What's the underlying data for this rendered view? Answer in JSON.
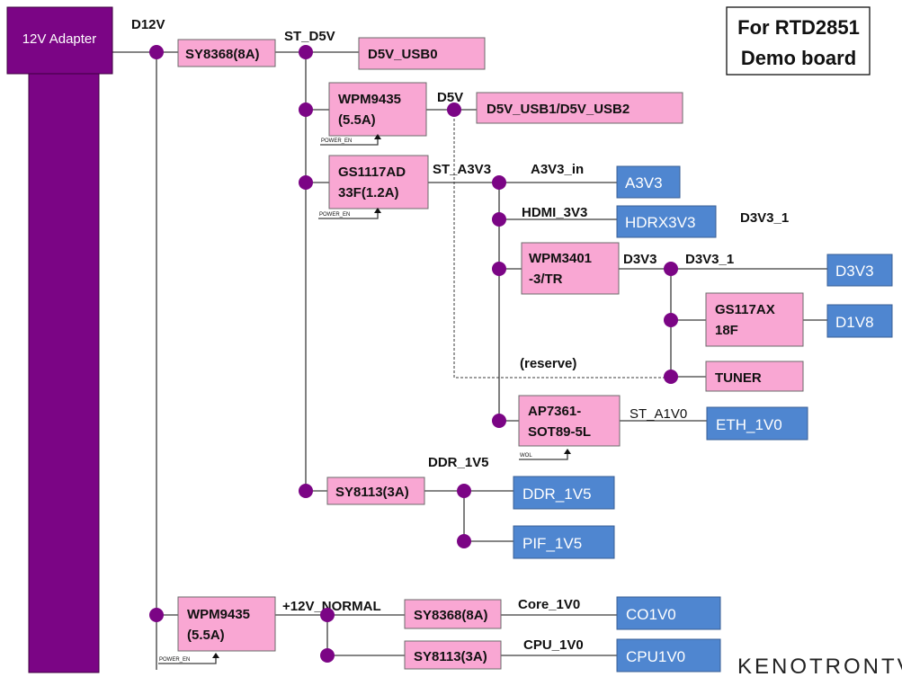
{
  "title": {
    "line1": "For RTD2851",
    "line2": "Demo board"
  },
  "adapter": {
    "label": "12V Adapter"
  },
  "rails": {
    "d12v": "D12V",
    "st_d5v": "ST_D5V",
    "d5v": "D5V",
    "st_a3v3": "ST_A3V3",
    "a3v3_in": "A3V3_in",
    "hdmi_3v3": "HDMI_3V3",
    "d3v3_1_right": "D3V3_1",
    "d3v3": "D3V3",
    "d3v3_1": "D3V3_1",
    "reserve": "(reserve)",
    "st_a1v0": "ST_A1V0",
    "ddr_1v5": "DDR_1V5",
    "plus12v_normal": "+12V_NORMAL",
    "core_1v0": "Core_1V0",
    "cpu_1v0": "CPU_1V0"
  },
  "regulators": {
    "sy8368_top": "SY8368(8A)",
    "wpm9435_top": [
      "WPM9435",
      "(5.5A)"
    ],
    "gs1117ad": [
      "GS1117AD",
      "33F(1.2A)"
    ],
    "wpm3401": [
      "WPM3401",
      "-3/TR"
    ],
    "gs117ax": [
      "GS117AX",
      "18F"
    ],
    "ap7361": [
      "AP7361-",
      "SOT89-5L"
    ],
    "sy8113_mid": "SY8113(3A)",
    "wpm9435_bottom": [
      "WPM9435",
      "(5.5A)"
    ],
    "sy8368_bottom": "SY8368(8A)",
    "sy8113_bottom": "SY8113(3A)",
    "tuner": "TUNER"
  },
  "outputs": {
    "d5v_usb0": "D5V_USB0",
    "d5v_usb12": "D5V_USB1/D5V_USB2",
    "a3v3": "A3V3",
    "hdrx3v3": "HDRX3V3",
    "d3v3_out": "D3V3",
    "d1v8": "D1V8",
    "eth_1v0": "ETH_1V0",
    "ddr_1v5_out": "DDR_1V5",
    "pif_1v5": "PIF_1V5",
    "co1v0": "CO1V0",
    "cpu1v0": "CPU1V0"
  },
  "enables": {
    "power_en": "POWER_EN",
    "wol": "WOL"
  },
  "colors": {
    "regulator": "#f9a7d3",
    "output": "#4f86d0",
    "adapter": "#7b0585",
    "node": "#7b0585"
  },
  "watermark": "KENOTRONTV"
}
